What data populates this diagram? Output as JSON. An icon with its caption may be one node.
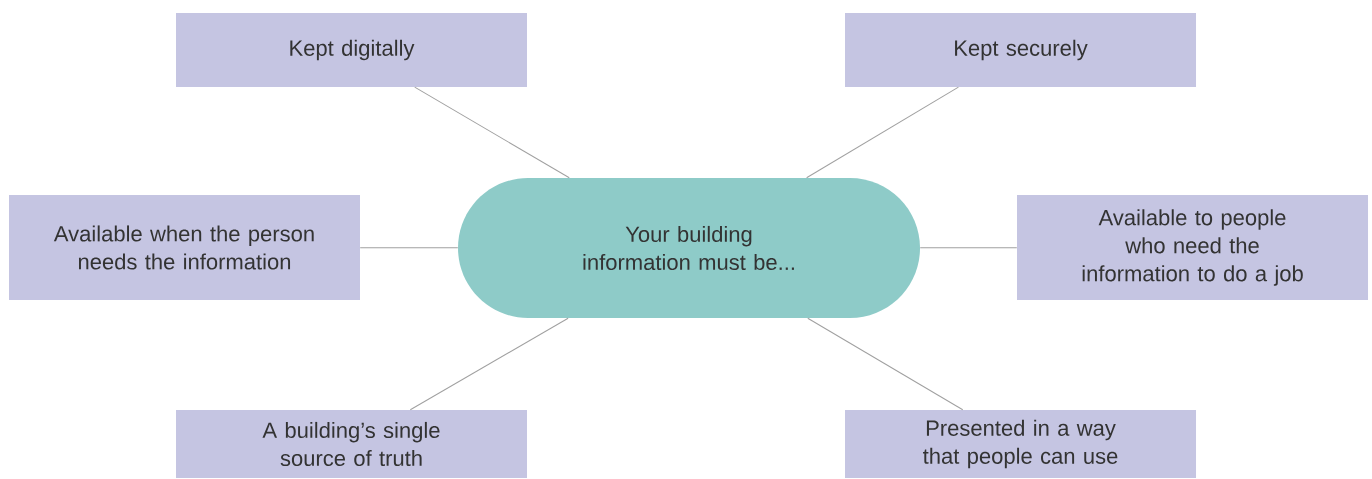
{
  "diagram": {
    "nodes": [
      {
        "text": [
          "Your building information must be..."
        ]
      },
      {
        "text": [
          "Kept digitally"
        ]
      },
      {
        "text": [
          "Kept securely"
        ]
      },
      {
        "text": [
          "Available when the person needs the information"
        ]
      },
      {
        "text": [
          "Available to people who need the information to do a job"
        ]
      },
      {
        "text": [
          "A building’s single source of truth"
        ]
      },
      {
        "text": [
          "Presented in a way that people can use"
        ]
      }
    ],
    "edges": [
      {
        "from": 0,
        "to": 1,
        "arrow": "none"
      },
      {
        "from": 0,
        "to": 2,
        "arrow": "none"
      },
      {
        "from": 0,
        "to": 3,
        "arrow": "none"
      },
      {
        "from": 0,
        "to": 4,
        "arrow": "none"
      },
      {
        "from": 0,
        "to": 5,
        "arrow": "none"
      },
      {
        "from": 0,
        "to": 6,
        "arrow": "none"
      }
    ]
  }
}
